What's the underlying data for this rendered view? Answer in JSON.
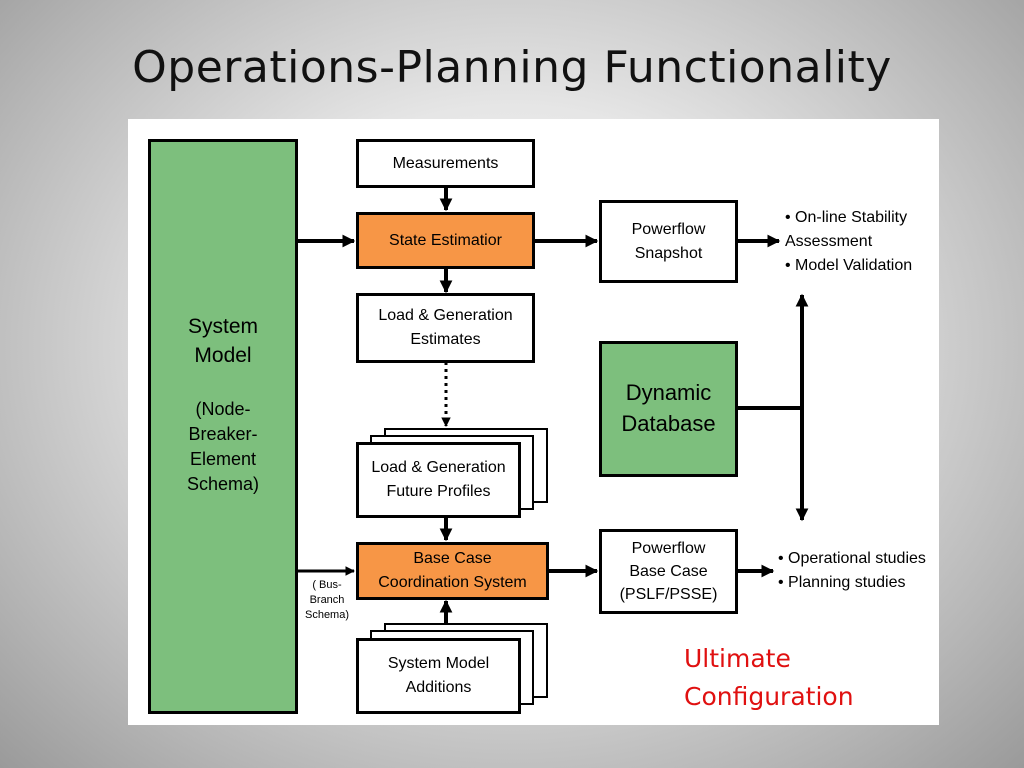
{
  "slide": {
    "title": "Operations-Planning Functionality"
  },
  "diagram": {
    "system_model": {
      "line1": "System",
      "line2": "Model",
      "schema1": "(Node-",
      "schema2": "Breaker-",
      "schema3": "Element",
      "schema4": "Schema)"
    },
    "measurements": "Measurements",
    "state_estimator": "State Estimatior",
    "load_gen_estimates": {
      "line1": "Load & Generation",
      "line2": "Estimates"
    },
    "load_gen_future": {
      "line1": "Load & Generation",
      "line2": "Future Profiles"
    },
    "base_case_coord": {
      "line1": "Base Case",
      "line2": "Coordination System"
    },
    "system_model_additions": {
      "line1": "System Model",
      "line2": "Additions"
    },
    "powerflow_snapshot": {
      "line1": "Powerflow",
      "line2": "Snapshot"
    },
    "dynamic_database": {
      "line1": "Dynamic",
      "line2": "Database"
    },
    "powerflow_base_case": {
      "line1": "Powerflow",
      "line2": "Base Case",
      "line3": "(PSLF/PSSE)"
    },
    "bus_branch_note": {
      "line1": "( Bus-",
      "line2": "Branch",
      "line3": "Schema)"
    },
    "online_bullets": {
      "item1": "• On-line Stability",
      "item1b": "Assessment",
      "item2": "• Model Validation"
    },
    "ops_bullets": {
      "item1": "• Operational studies",
      "item2": "• Planning studies"
    },
    "ultimate": {
      "line1": "Ultimate",
      "line2": "Configuration"
    },
    "colors": {
      "orange": "#f79646",
      "green": "#7dbf7d",
      "red_text": "#e01010"
    }
  }
}
